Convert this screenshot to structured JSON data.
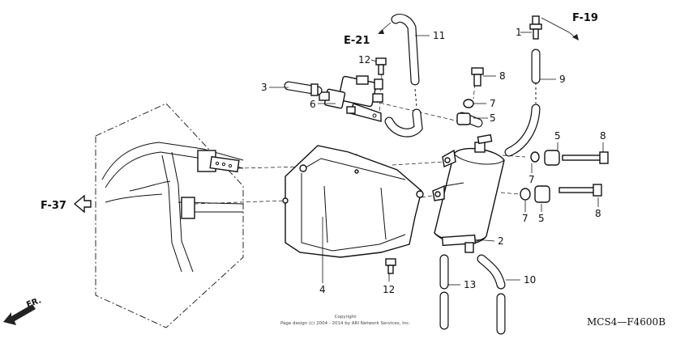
{
  "refs": {
    "e21": "E-21",
    "f19": "F-19",
    "f37": "F-37",
    "fr": "FR."
  },
  "callouts": {
    "c1": "1",
    "c2": "2",
    "c3": "3",
    "c4": "4",
    "c5a": "5",
    "c5b": "5",
    "c5c": "5",
    "c6": "6",
    "c7a": "7",
    "c7b": "7",
    "c7c": "7",
    "c8a": "8",
    "c8b": "8",
    "c8c": "8",
    "c9": "9",
    "c10": "10",
    "c11": "11",
    "c12a": "12",
    "c12b": "12",
    "c13": "13"
  },
  "copyright": {
    "line1": "Copyright",
    "line2": "Page design (c) 2004 - 2014 by ARI Network Services, Inc."
  },
  "diagram_code": "MCS4—F4600B"
}
